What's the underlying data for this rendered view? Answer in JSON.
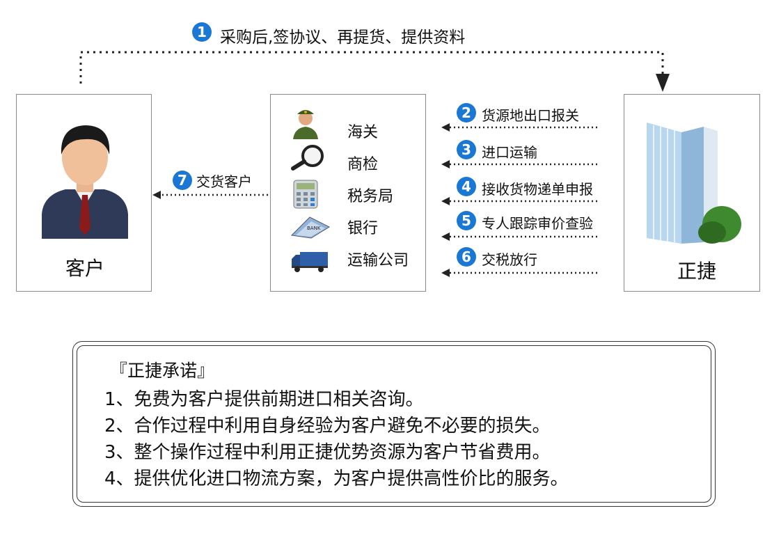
{
  "top_flow": {
    "step": "1",
    "label": "采购后,签协议、再提货、提供资料"
  },
  "customer": {
    "name": "客户"
  },
  "company": {
    "name": "正捷"
  },
  "services": [
    {
      "label": "海关",
      "icon": "customs-officer-icon"
    },
    {
      "label": "商检",
      "icon": "magnifier-icon"
    },
    {
      "label": "税务局",
      "icon": "calculator-icon"
    },
    {
      "label": "银行",
      "icon": "bank-card-icon"
    },
    {
      "label": "运输公司",
      "icon": "truck-icon"
    }
  ],
  "steps": [
    {
      "num": "2",
      "label": "货源地出口报关"
    },
    {
      "num": "3",
      "label": "进口运输"
    },
    {
      "num": "4",
      "label": "接收货物递单申报"
    },
    {
      "num": "5",
      "label": "专人跟踪审价查验"
    },
    {
      "num": "6",
      "label": "交税放行"
    }
  ],
  "delivery": {
    "num": "7",
    "label": "交货客户"
  },
  "promise": {
    "title": "『正捷承诺』",
    "items": [
      "1、免费为客户提供前期进口相关咨询。",
      "2、合作过程中利用自身经验为客户避免不必要的损失。",
      "3、整个操作过程中利用正捷优势资源为客户节省费用。",
      "4、提供优化进口物流方案，为客户提供高性价比的服务。"
    ]
  },
  "colors": {
    "accent": "#1a78d4",
    "border": "#8a8a8a"
  }
}
